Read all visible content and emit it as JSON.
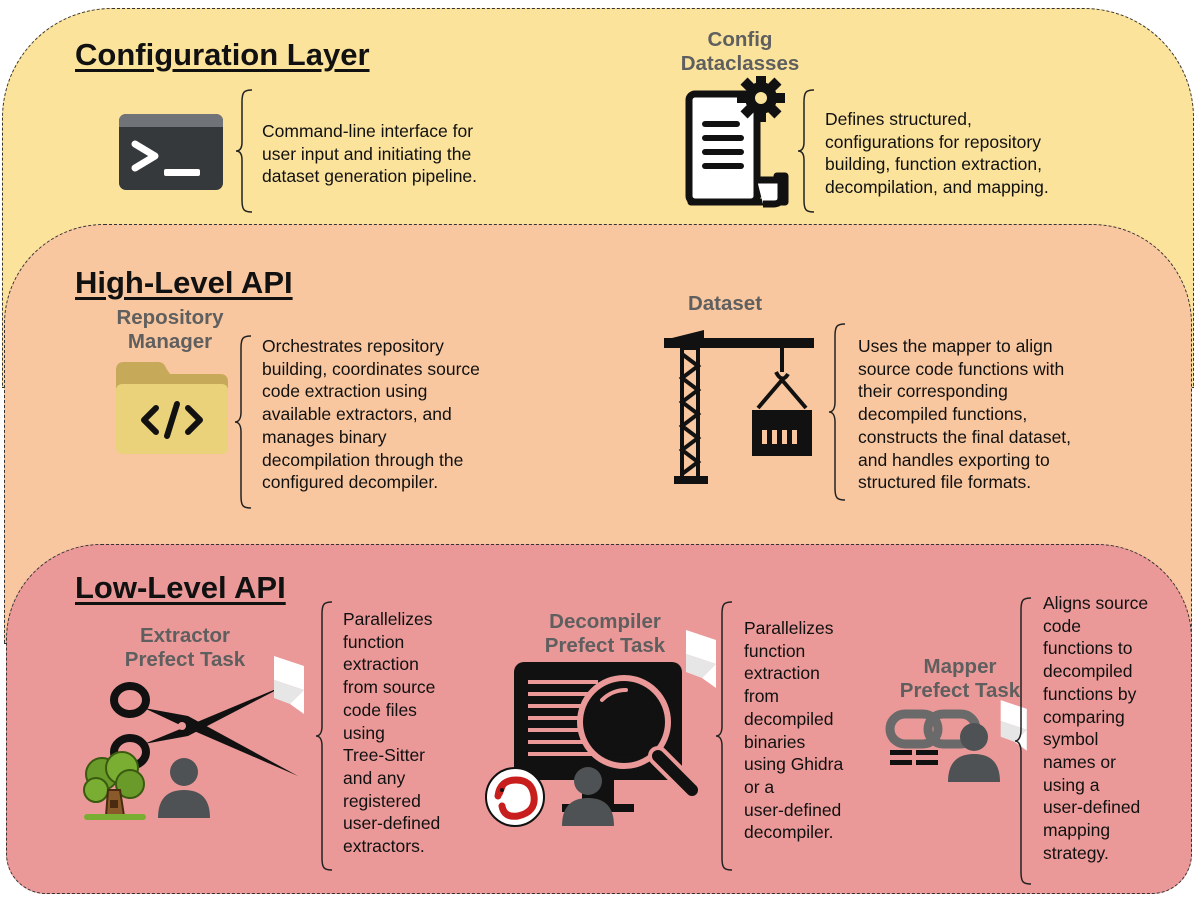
{
  "layers": {
    "config": {
      "title": "Configuration Layer",
      "cli": {
        "label": "CLI",
        "description": [
          "Command-line interface for",
          "user input and initiating the",
          "dataset generation pipeline."
        ]
      },
      "dataclasses": {
        "label_lines": [
          "Config",
          "Dataclasses"
        ],
        "description": [
          "Defines structured,",
          "configurations for repository",
          "building, function extraction,",
          "decompilation, and mapping."
        ]
      }
    },
    "high": {
      "title": "High-Level API",
      "repo_manager": {
        "label_lines": [
          "Repository",
          "Manager"
        ],
        "description": [
          "Orchestrates repository",
          "building, coordinates source",
          "code extraction using",
          "available extractors, and",
          "manages binary",
          "decompilation through the",
          "configured decompiler."
        ]
      },
      "dataset": {
        "label": "Dataset",
        "description": [
          "Uses the mapper to align",
          "source code functions with",
          "their corresponding",
          "decompiled functions,",
          "constructs the final dataset,",
          "and handles exporting to",
          "structured file formats."
        ]
      }
    },
    "low": {
      "title": "Low-Level API",
      "extractor": {
        "label_lines": [
          "Extractor",
          "Prefect Task"
        ],
        "description": [
          "Parallelizes",
          "function",
          "extraction",
          "from source",
          "code files",
          "using",
          "Tree-Sitter",
          "and any",
          "registered",
          "user-defined",
          "extractors."
        ]
      },
      "decompiler": {
        "label_lines": [
          "Decompiler",
          "Prefect Task"
        ],
        "description": [
          "Parallelizes",
          "function",
          "extraction",
          "from",
          "decompiled",
          "binaries",
          "using Ghidra",
          "or a",
          "user-defined",
          "decompiler."
        ]
      },
      "mapper": {
        "label_lines": [
          "Mapper",
          "Prefect Task"
        ],
        "description": [
          "Aligns source",
          "code",
          "functions to",
          "decompiled",
          "functions by",
          "comparing",
          "symbol",
          "names or",
          "using a",
          "user-defined",
          "mapping",
          "strategy."
        ]
      }
    }
  },
  "colors": {
    "config_bg": "#fbe39c",
    "high_bg": "#f8c79f",
    "low_bg": "#ea9998",
    "label_gray": "#5f5f5f",
    "icon_dark": "#111111",
    "person_gray": "#4f5254",
    "prefect_white": "#ffffff"
  },
  "icons": [
    "terminal-icon",
    "document-gear-icon",
    "code-folder-icon",
    "crane-icon",
    "scissors-icon",
    "tree-icon",
    "person-icon",
    "prefect-logo-icon",
    "monitor-magnifier-icon",
    "ghidra-dragon-icon",
    "chain-link-icon"
  ]
}
